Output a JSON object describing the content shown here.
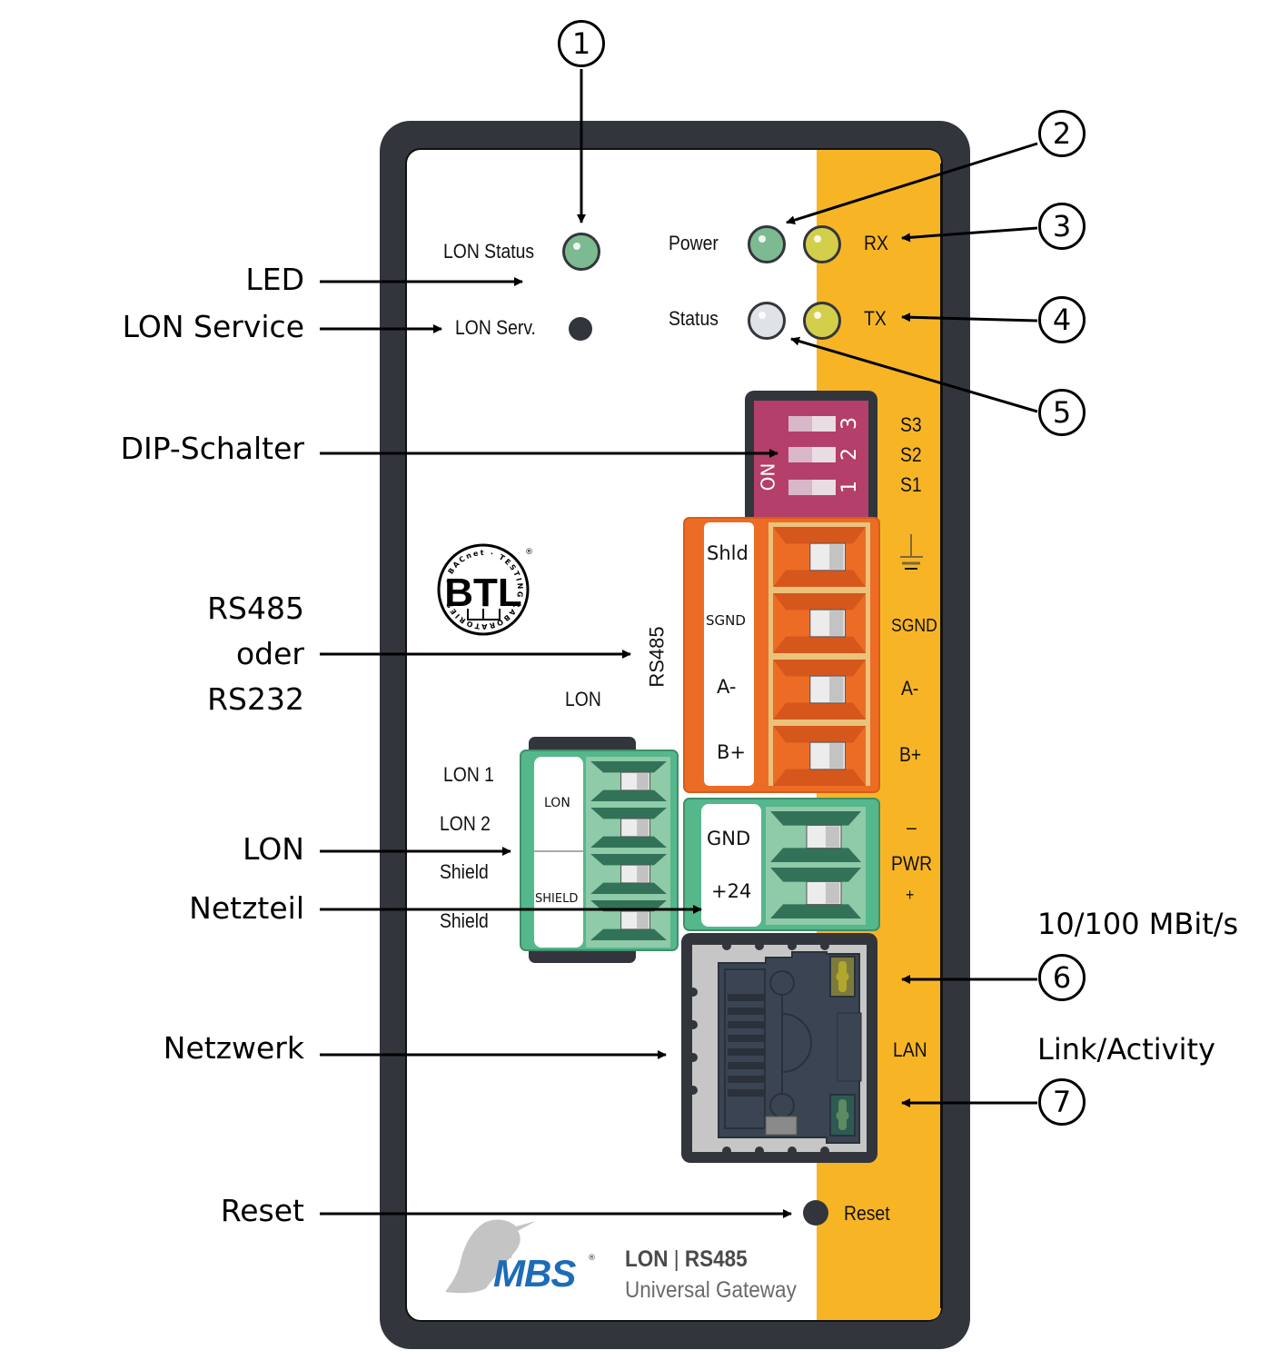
{
  "diagram": {
    "title": "LON | RS485 Universal Gateway front panel",
    "colors": {
      "housing": "#32353c",
      "faceplate": "#ffffff",
      "stripe": "#f7b526",
      "dip_switch": "#b33f6a",
      "rs485_terminal": "#ec6c25",
      "green_terminal": "#55b78c",
      "led_green": "#7dba91",
      "led_yellow": "#d4cf4b",
      "led_white": "#e0e3e6",
      "brand_blue": "#1e6bb8"
    },
    "left_labels": {
      "led": "LED",
      "lon_service": "LON Service",
      "dip": "DIP-Schalter",
      "rs485_line1": "RS485",
      "rs485_line2": "oder",
      "rs485_line3": "RS232",
      "lon": "LON",
      "netzteil": "Netzteil",
      "netzwerk": "Netzwerk",
      "reset": "Reset"
    },
    "callouts": [
      {
        "num": "1",
        "target": "LON Status LED"
      },
      {
        "num": "2",
        "target": "Power LED"
      },
      {
        "num": "3",
        "target": "RX LED"
      },
      {
        "num": "4",
        "target": "TX LED"
      },
      {
        "num": "5",
        "target": "Status LED"
      },
      {
        "num": "6",
        "target": "LAN speed LED",
        "caption": "10/100 MBit/s"
      },
      {
        "num": "7",
        "target": "LAN link LED",
        "caption": "Link/Activity"
      }
    ],
    "panel": {
      "lon_status": "LON Status",
      "lon_serv": "LON Serv.",
      "power": "Power",
      "status": "Status",
      "rx": "RX",
      "tx": "TX",
      "dip": {
        "on_label": "ON",
        "numbers": [
          "3",
          "2",
          "1"
        ],
        "side_labels": [
          "S3",
          "S2",
          "S1"
        ]
      },
      "rs485_vertical": "RS485",
      "lon_heading": "LON",
      "rs485_terminal": {
        "pins": [
          "Shld",
          "SGND",
          "A-",
          "B+"
        ],
        "stripe_labels": [
          "⏚",
          "SGND",
          "A-",
          "B+"
        ]
      },
      "lon_terminal": {
        "pin_labels": [
          "LON 1",
          "LON 2",
          "Shield",
          "Shield"
        ],
        "group_labels": [
          "LON",
          "SHIELD"
        ]
      },
      "power_terminal": {
        "pins": [
          "GND",
          "+24"
        ],
        "stripe_labels": [
          "–",
          "PWR",
          "+"
        ]
      },
      "lan_label": "LAN",
      "reset_label": "Reset",
      "brand": "MBS",
      "brand_mark": "®",
      "product_line_part1": "LON",
      "product_line_sep": "|",
      "product_line_part2": "RS485",
      "product_subtitle": "Universal Gateway",
      "btl_logo": {
        "top_text": "BACnet",
        "letters": "BTL",
        "ring_text": "TESTING LABORATORIES",
        "mark": "®"
      }
    }
  }
}
